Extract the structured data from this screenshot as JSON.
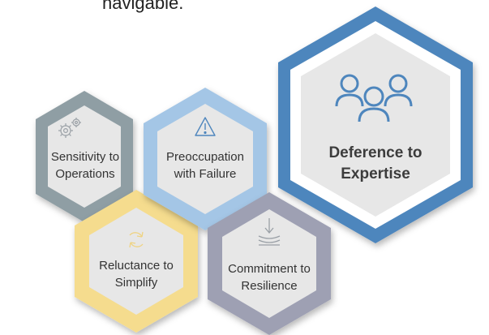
{
  "caption_fragment": "navigable.",
  "colors": {
    "gray": "#8f9ea4",
    "light_blue": "#a4c6e6",
    "blue": "#4e86bd",
    "yellow": "#f5dc8e",
    "slate": "#9ea0b3",
    "inner_fill": "#e7e7e7",
    "icon_gray": "#9aa0a6",
    "icon_blue": "#4e86bd",
    "icon_yellow": "#efd382"
  },
  "hexagons": [
    {
      "id": "sensitivity",
      "label_lines": [
        "Sensitivity to",
        "Operations"
      ],
      "icon": "gears-icon"
    },
    {
      "id": "preoccupation",
      "label_lines": [
        "Preoccupation",
        "with Failure"
      ],
      "icon": "warning-icon"
    },
    {
      "id": "deference",
      "label_lines": [
        "Deference to",
        "Expertise"
      ],
      "icon": "people-icon"
    },
    {
      "id": "reluctance",
      "label_lines": [
        "Reluctance to",
        "Simplify"
      ],
      "icon": "refresh-icon"
    },
    {
      "id": "commitment",
      "label_lines": [
        "Commitment to",
        "Resilience"
      ],
      "icon": "absorb-icon"
    }
  ]
}
